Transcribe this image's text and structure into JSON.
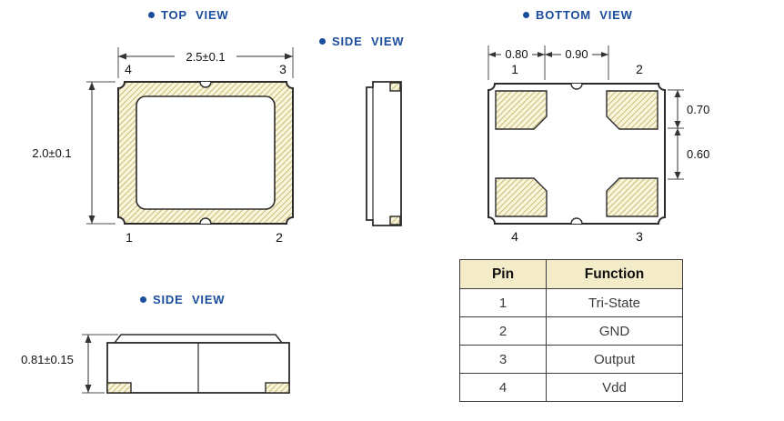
{
  "colors": {
    "accent_blue": "#1a4c9c",
    "line_dark": "#2b2b2b",
    "hatch_fill": "#faf6dc",
    "hatch_line": "#cdbd7c",
    "table_header_bg": "#f4ecc9"
  },
  "views": {
    "top": {
      "label": "TOP VIEW",
      "dims": {
        "width": "2.5±0.1",
        "height": "2.0±0.1"
      },
      "pins": {
        "top_left": "4",
        "top_right": "3",
        "bottom_left": "1",
        "bottom_right": "2"
      }
    },
    "side_upper": {
      "label": "SIDE VIEW"
    },
    "bottom": {
      "label": "BOTTOM VIEW",
      "dims": {
        "h1": "0.80",
        "h2": "0.90",
        "v1": "0.70",
        "v2": "0.60"
      },
      "pins": {
        "top_left": "1",
        "top_right": "2",
        "bottom_left": "4",
        "bottom_right": "3"
      }
    },
    "side_lower": {
      "label": "SIDE VIEW",
      "dims": {
        "height": "0.81±0.15"
      }
    }
  },
  "table": {
    "headers": [
      "Pin",
      "Function"
    ],
    "rows": [
      {
        "pin": "1",
        "function": "Tri-State"
      },
      {
        "pin": "2",
        "function": "GND"
      },
      {
        "pin": "3",
        "function": "Output"
      },
      {
        "pin": "4",
        "function": "Vdd"
      }
    ]
  }
}
